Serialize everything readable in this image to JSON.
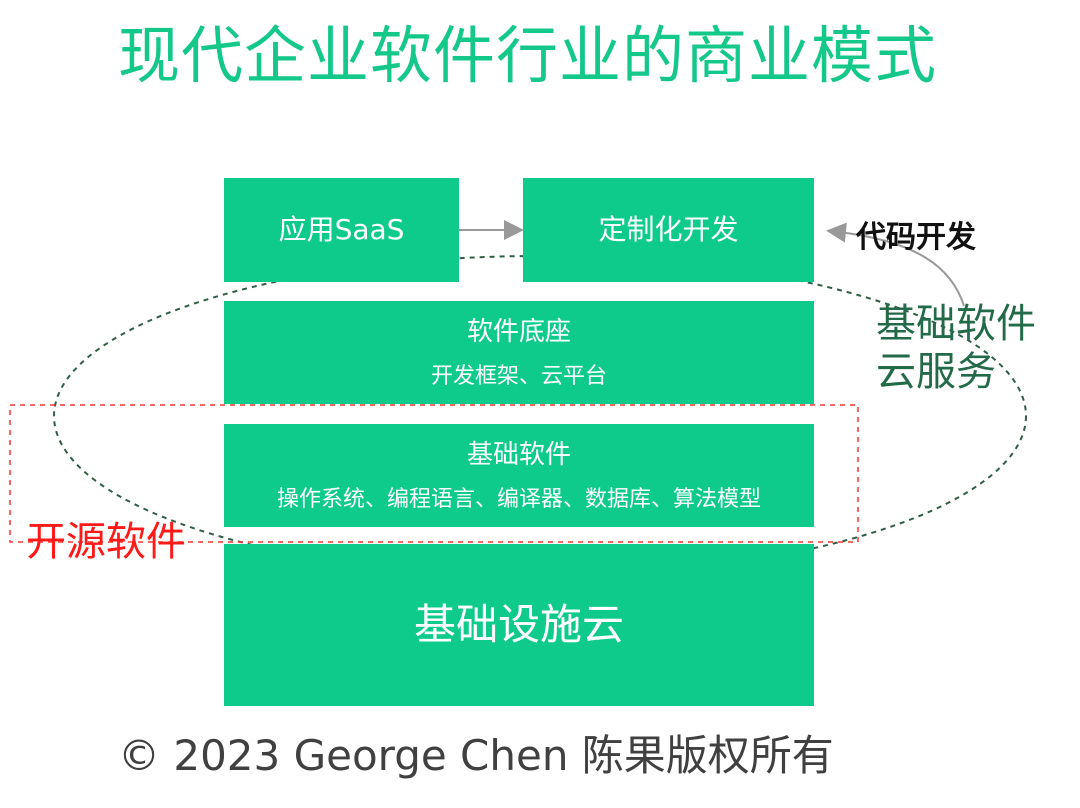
{
  "title": "现代企业软件行业的商业模式",
  "boxes": {
    "saas": "应用SaaS",
    "custom_dev": "定制化开发",
    "software_platform": {
      "title": "软件底座",
      "subtitle": "开发框架、云平台"
    },
    "basic_software": {
      "title": "基础软件",
      "subtitle": "操作系统、编程语言、编译器、数据库、算法模型"
    },
    "infrastructure_cloud": "基础设施云"
  },
  "labels": {
    "code_development": "代码开发",
    "basic_software_cloud_service": [
      "基础软件",
      "云服务"
    ],
    "open_source_software": "开源软件"
  },
  "footer": {
    "copyright": "© 2023 George Chen 陈果版权所有"
  },
  "colors": {
    "title": "#14c88a",
    "box_fill": "#0ecb8c",
    "cloud_label": "#236b48",
    "open_source": "#ff1a1a",
    "dashed_ellipse": "#2f5e45",
    "arrow": "#999999"
  }
}
